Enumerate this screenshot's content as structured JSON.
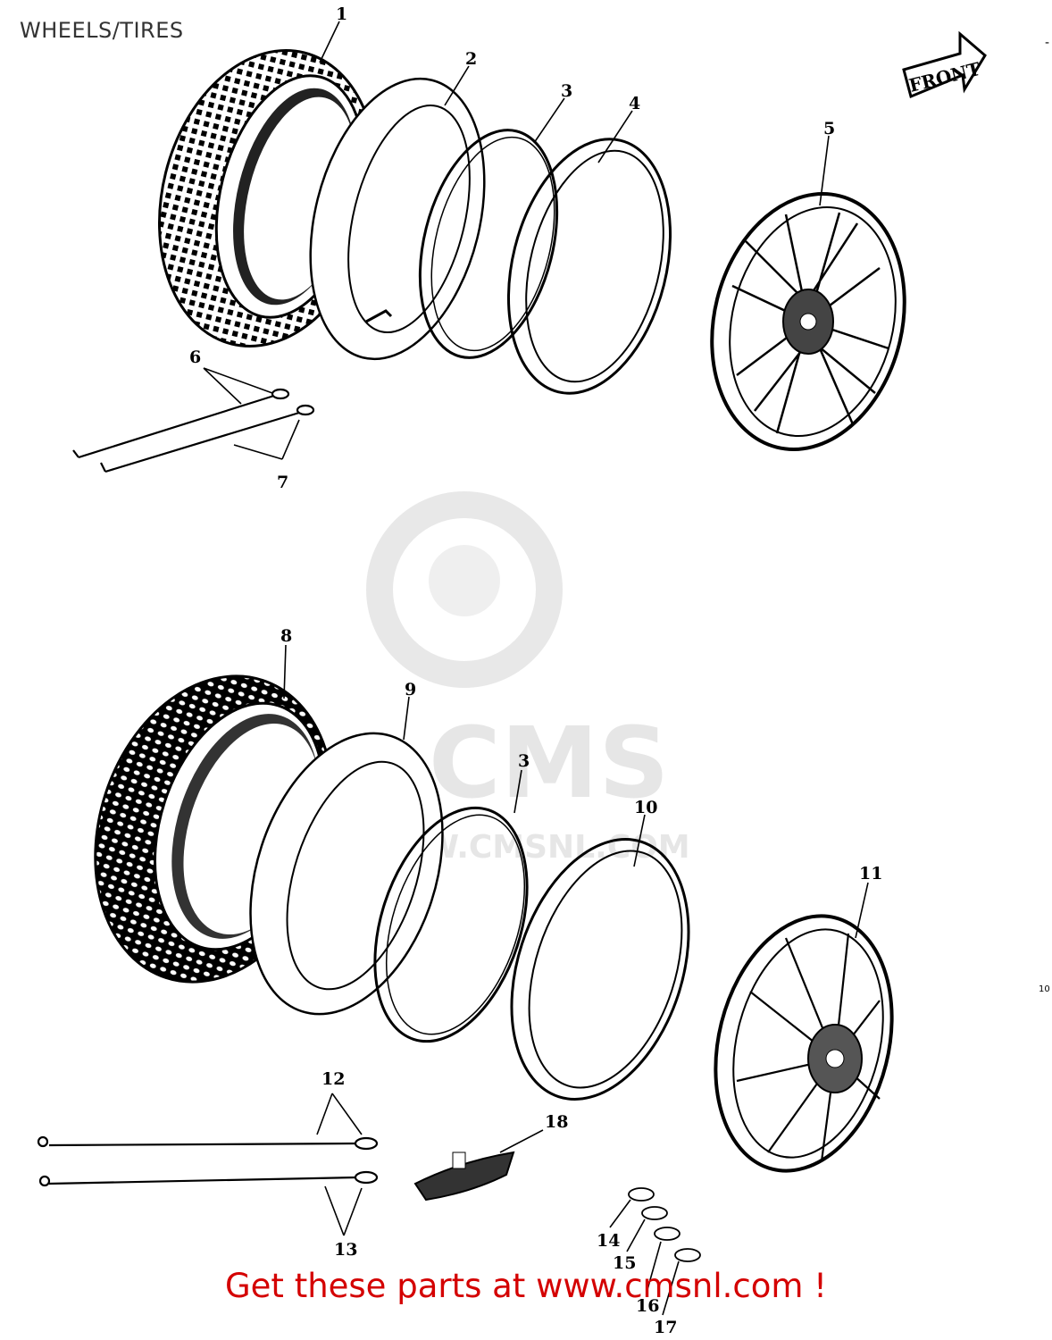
{
  "page": {
    "title": "WHEELS/TIRES"
  },
  "front_badge": {
    "label": "FRONT"
  },
  "callouts": {
    "c1": "1",
    "c2": "2",
    "c3a": "3",
    "c4": "4",
    "c5": "5",
    "c6": "6",
    "c7": "7",
    "c8": "8",
    "c9": "9",
    "c3b": "3",
    "c10": "10",
    "c11": "11",
    "c12": "12",
    "c13": "13",
    "c14": "14",
    "c15": "15",
    "c16": "16",
    "c17": "17",
    "c18": "18"
  },
  "figure_code": "10",
  "watermark": {
    "brand": "CMS",
    "url": "WWW.CMSNL.COM"
  },
  "footer": {
    "cta": "Get these parts at www.cmsnl.com !"
  }
}
